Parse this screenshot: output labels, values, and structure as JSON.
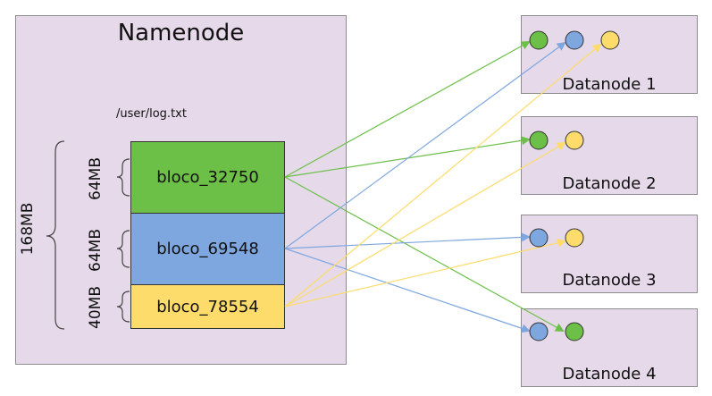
{
  "namenode": {
    "title": "Namenode",
    "file_path": "/user/log.txt",
    "total_size": "168MB",
    "blocks": [
      {
        "name": "bloco_32750",
        "size": "64MB",
        "color": "#6cbf47"
      },
      {
        "name": "bloco_69548",
        "size": "64MB",
        "color": "#7ea6df"
      },
      {
        "name": "bloco_78554",
        "size": "40MB",
        "color": "#fddc6b"
      }
    ]
  },
  "datanodes": [
    {
      "label": "Datanode 1"
    },
    {
      "label": "Datanode 2"
    },
    {
      "label": "Datanode 3"
    },
    {
      "label": "Datanode 4"
    }
  ],
  "colors": {
    "box_fill": "#e6d9ea",
    "green": "#6cbf47",
    "blue": "#7ea6df",
    "yellow": "#fddc6b"
  }
}
